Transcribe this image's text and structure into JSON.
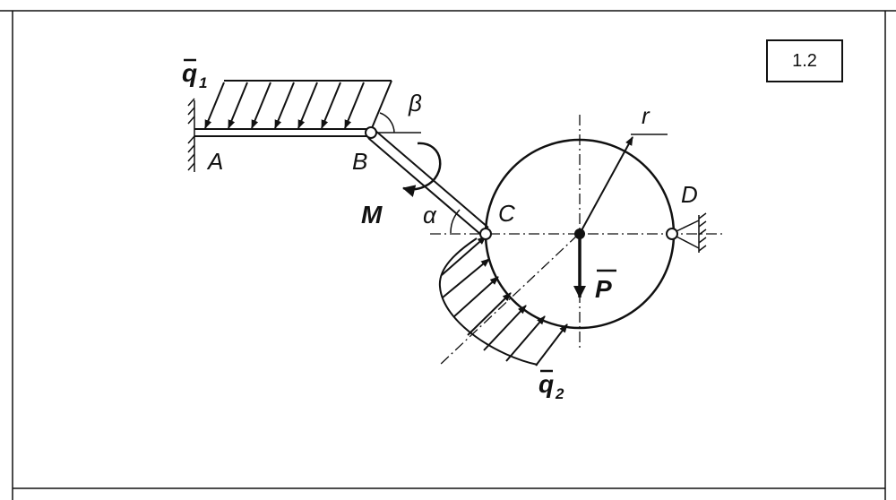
{
  "badge": "1.2",
  "labels": {
    "A": "A",
    "B": "B",
    "C": "C",
    "D": "D",
    "M": "M",
    "P": "P",
    "r": "r",
    "alpha": "α",
    "beta": "β",
    "q1": {
      "main": "q",
      "sub": "1"
    },
    "q2": {
      "main": "q",
      "sub": "2"
    }
  }
}
